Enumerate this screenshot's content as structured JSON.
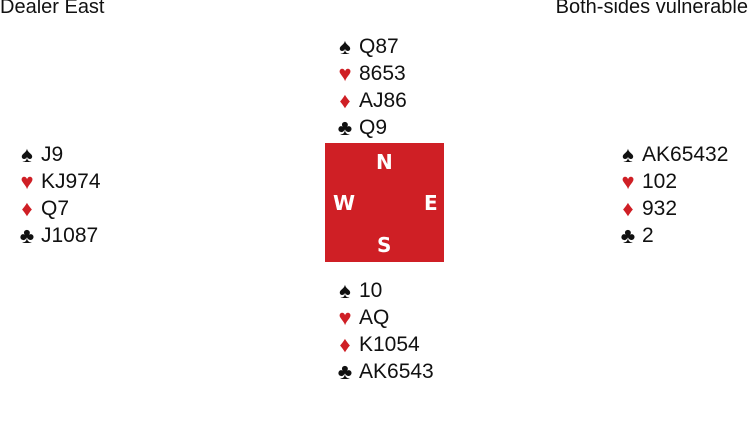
{
  "header": {
    "dealer": "Dealer East",
    "vulnerability": "Both-sides vulnerable"
  },
  "compass": {
    "north": "N",
    "south": "S",
    "west": "W",
    "east": "E"
  },
  "colors": {
    "red": "#cf1f25",
    "black": "#111111"
  },
  "hands": {
    "north": {
      "spades": "Q87",
      "hearts": "8653",
      "diamonds": "AJ86",
      "clubs": "Q9"
    },
    "west": {
      "spades": "J9",
      "hearts": "KJ974",
      "diamonds": "Q7",
      "clubs": "J1087"
    },
    "east": {
      "spades": "AK65432",
      "hearts": "102",
      "diamonds": "932",
      "clubs": "2"
    },
    "south": {
      "spades": "10",
      "hearts": "AQ",
      "diamonds": "K1054",
      "clubs": "AK6543"
    }
  }
}
